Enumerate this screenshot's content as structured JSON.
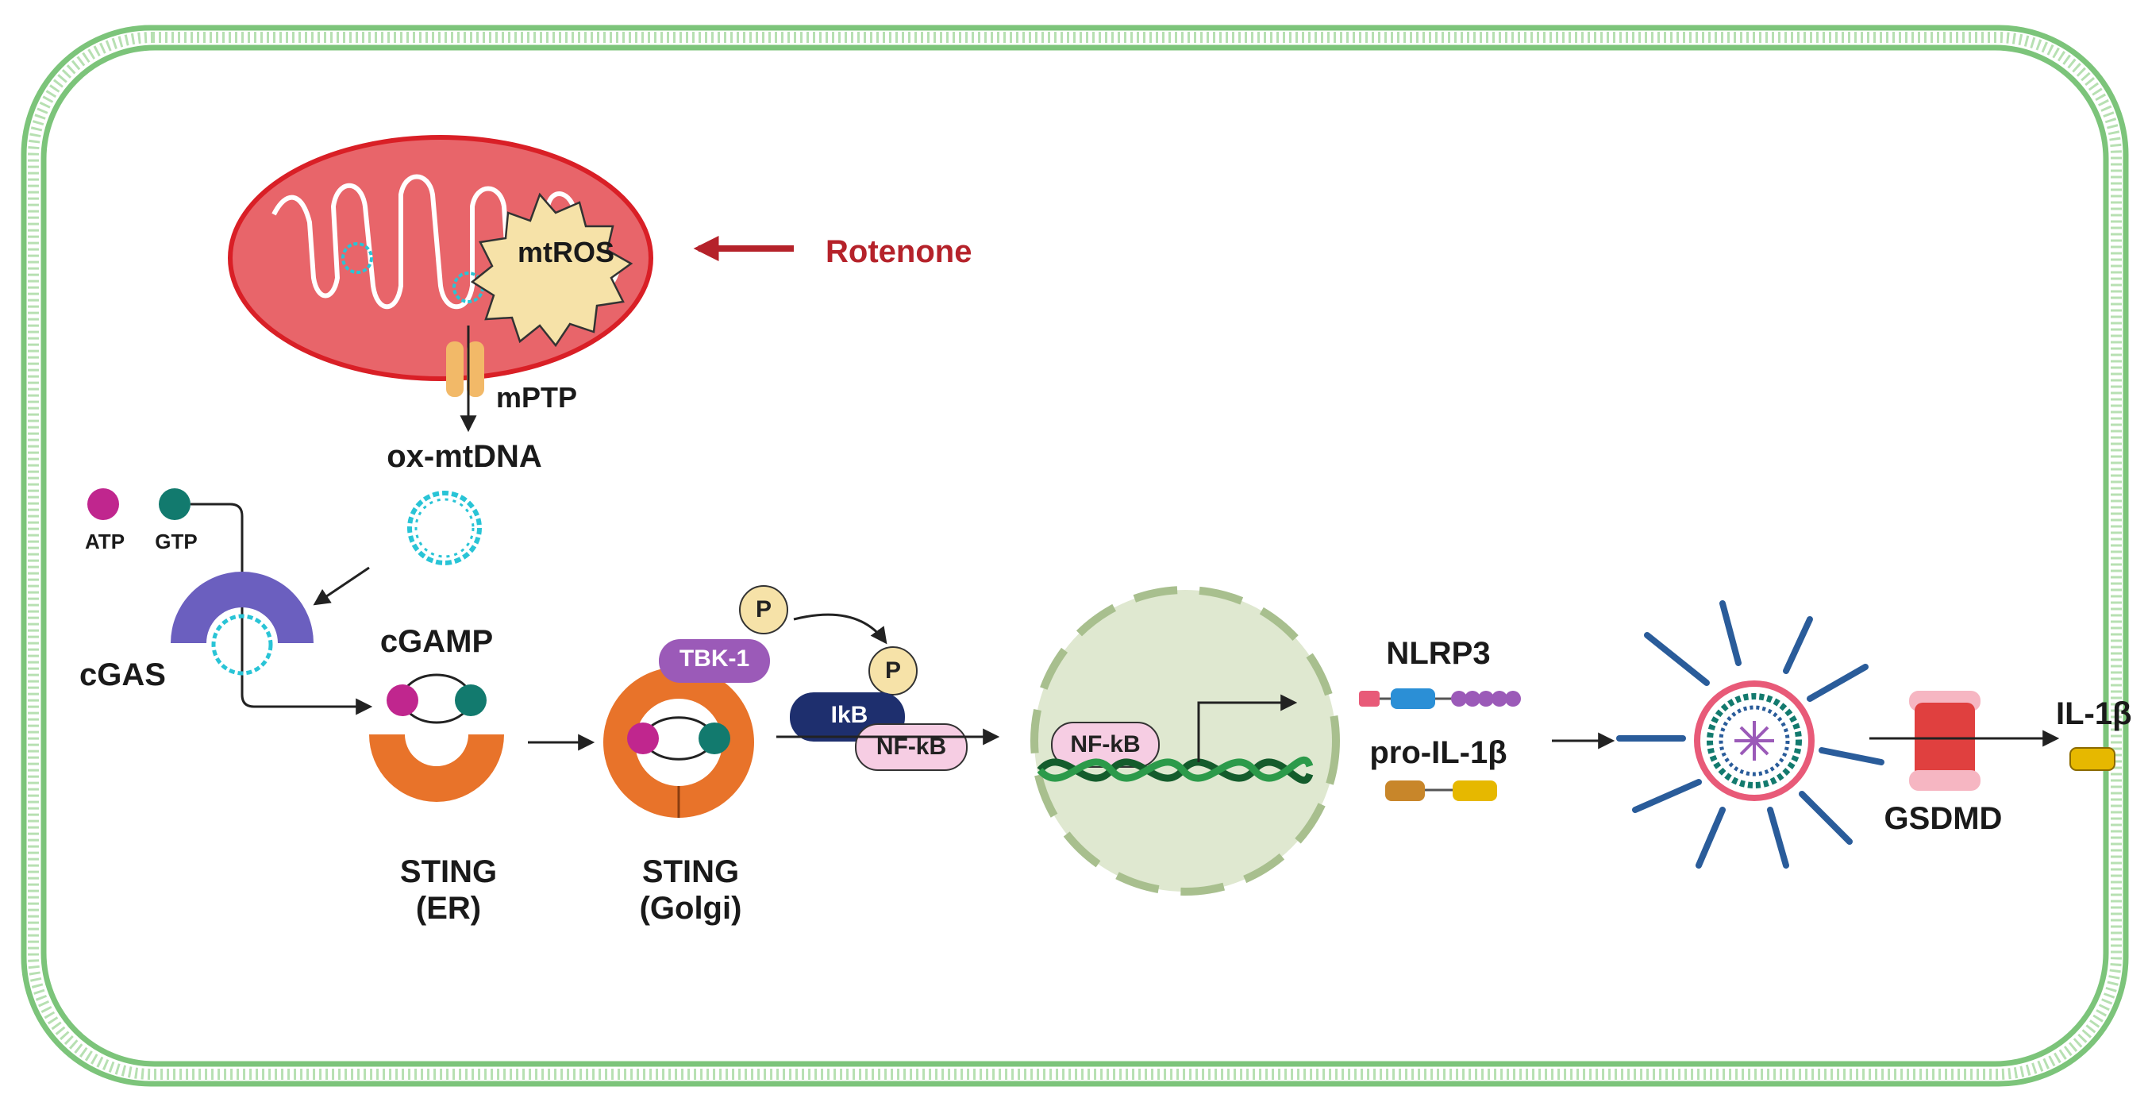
{
  "labels": {
    "mtros": "mtROS",
    "rotenone": "Rotenone",
    "mptp": "mPTP",
    "ox_mtdna": "ox-mtDNA",
    "atp": "ATP",
    "gtp": "GTP",
    "cgas": "cGAS",
    "cgamp": "cGAMP",
    "sting_er_line1": "STING",
    "sting_er_line2": "(ER)",
    "sting_golgi_line1": "STING",
    "sting_golgi_line2": "(Golgi)",
    "tbk1": "TBK-1",
    "p1": "P",
    "p2": "P",
    "ikb": "IkB",
    "nfkb_cyto": "NF-kB",
    "nfkb_nucleus": "NF-kB",
    "nlrp3": "NLRP3",
    "pro_il1b": "pro-IL-1β",
    "gsdmd": "GSDMD",
    "il1b": "IL-1β"
  },
  "colors": {
    "membrane": "#7cc47a",
    "mito_fill": "#e8656a",
    "mito_edge": "#d91f26",
    "rotenone": "#b5222a",
    "dna": "#29c4d6",
    "atp": "#c0268e",
    "gtp": "#127a6e",
    "cgas": "#6b5fbf",
    "sting": "#e8732a",
    "tbk1": "#9b5ab8",
    "ikb": "#1e2f6e",
    "nfkb": "#f6cde3",
    "nucleus": "#dfe8d0",
    "gsdmd": "#e0403f",
    "il1b": "#e6b800"
  }
}
